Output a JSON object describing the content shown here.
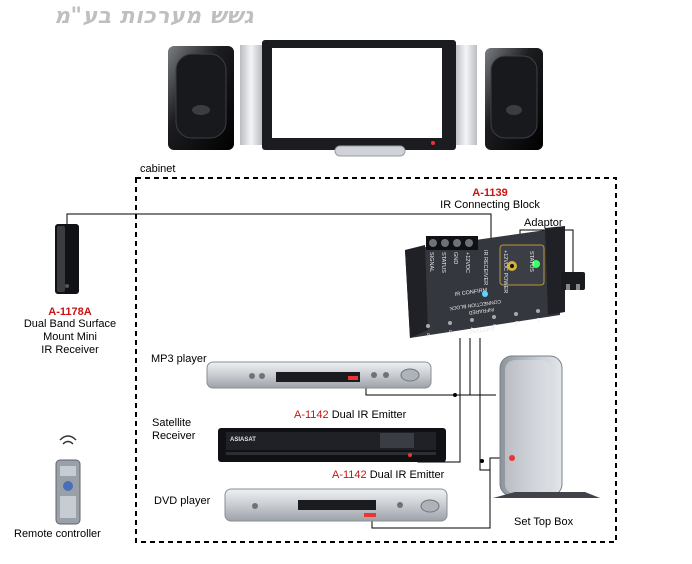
{
  "header": {
    "title": "גשש מערכות בע\"מ"
  },
  "labels": {
    "cabinet": "cabinet",
    "connecting_block_code": "A-1139",
    "connecting_block_name": "IR Connecting Block",
    "adaptor": "Adaptor",
    "receiver_code": "A-1178A",
    "receiver_line1": "Dual Band Surface",
    "receiver_line2": "Mount Mini",
    "receiver_line3": "IR Receiver",
    "mp3_player": "MP3 player",
    "satellite_line1": "Satellite",
    "satellite_line2": "Receiver",
    "dvd_player": "DVD player",
    "emitter1_code": "A-1142",
    "emitter1_name": " Dual IR Emitter",
    "emitter2_code": "A-1142",
    "emitter2_name": " Dual IR Emitter",
    "set_top_box": "Set Top Box",
    "remote_controller": "Remote controller"
  },
  "block_text": {
    "terminals": [
      "SIGNAL",
      "STATUS",
      "GND",
      "+12VDC"
    ],
    "ir_receiver": "IR RECEIVER",
    "power": "+12VDC POWER",
    "status": "STATUS",
    "ir_confirm": "IR CONFIRM",
    "title1": "INFRARED",
    "title2": "CONNECTION BLOCK",
    "emitters": "EMITTERS",
    "emitter_numbers": [
      "1",
      "2",
      "3",
      "4",
      "5",
      "6"
    ]
  },
  "devices": {
    "satellite_brand": "ASIASAT"
  },
  "colors": {
    "accent_red": "#c81414",
    "header_gray": "#bfbfbf",
    "wire": "#000000",
    "device_silver": "#c9ccd1",
    "block_dark": "#2a2d33",
    "led_green": "#3cff6a"
  }
}
